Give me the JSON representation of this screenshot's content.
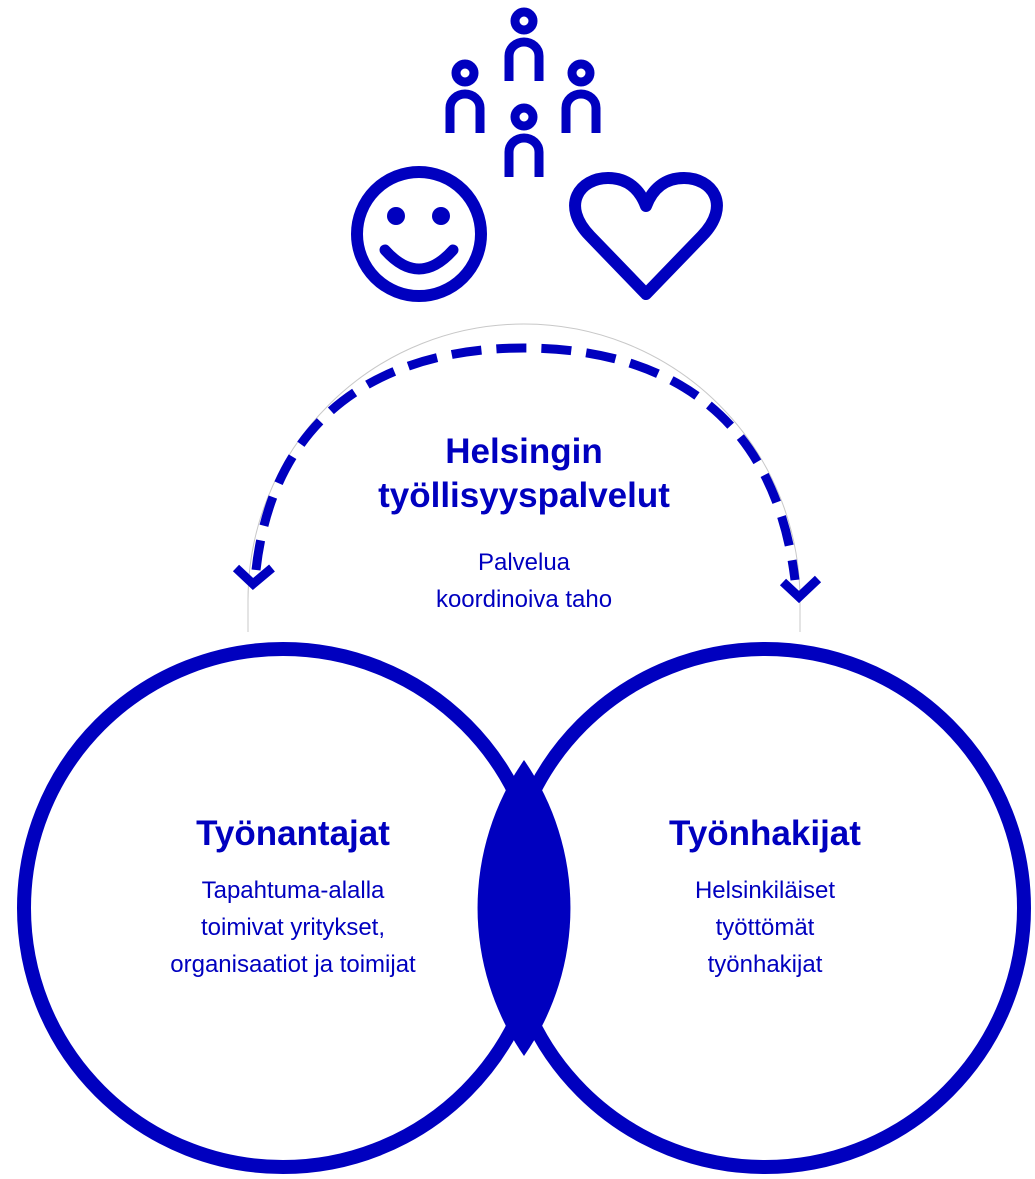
{
  "colors": {
    "primary": "#0000bf",
    "background": "#ffffff",
    "hairline": "#c8c8c8"
  },
  "icons": [
    "people-group-icon",
    "smiley-face-icon",
    "heart-icon"
  ],
  "coordinator": {
    "title_line1": "Helsingin",
    "title_line2": "työllisyyspalvelut",
    "subtitle_line1": "Palvelua",
    "subtitle_line2": "koordinoiva taho"
  },
  "employers": {
    "title": "Työnantajat",
    "line1": "Tapahtuma-alalla",
    "line2": "toimivat yritykset,",
    "line3": "organisaatiot ja toimijat"
  },
  "jobseekers": {
    "title": "Työnhakijat",
    "line1": "Helsinkiläiset",
    "line2": "työttömät",
    "line3": "työnhakijat"
  }
}
